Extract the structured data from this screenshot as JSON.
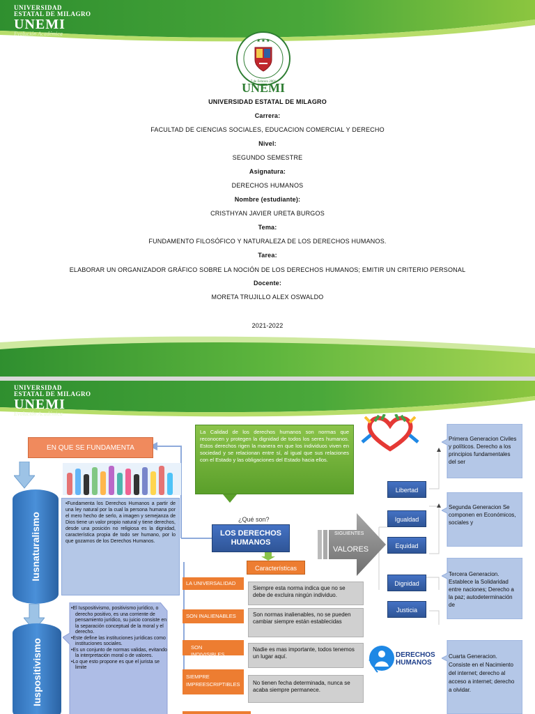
{
  "logo": {
    "line1": "UNIVERSIDAD",
    "line2": "ESTATAL DE MILAGRO",
    "name": "UNEMI",
    "motto": "Evolución Académica"
  },
  "seal": {
    "ring_text": "UNIVERSIDAD ESTATAL DE MILAGRO",
    "date": "7 de Febrero 2001",
    "name": "UNEMI"
  },
  "cover": {
    "university": "UNIVERSIDAD ESTATAL DE MILAGRO",
    "career_label": "Carrera:",
    "career": "FACULTAD DE CIENCIAS SOCIALES, EDUCACION COMERCIAL Y DERECHO",
    "level_label": "Nivel:",
    "level": "SEGUNDO SEMESTRE",
    "subject_label": "Asignatura:",
    "subject": "DERECHOS HUMANOS",
    "student_label": "Nombre (estudiante):",
    "student": "CRISTHYAN JAVIER URETA BURGOS",
    "topic_label": "Tema:",
    "topic": "FUNDAMENTO FILOSÓFICO Y NATURALEZA DE LOS DERECHOS HUMANOS.",
    "task_label": "Tarea:",
    "task": "ELABORAR UN ORGANIZADOR GRÁFICO SOBRE LA NOCIÓN DE LOS DERECHOS HUMANOS; EMITIR UN CRITERIO PERSONAL",
    "teacher_label": "Docente:",
    "teacher": "MORETA TRUJILLO ALEX OSWALDO",
    "period": "2021-2022"
  },
  "organizer": {
    "fundamenta": "EN QUE SE FUNDAMENTA",
    "iusnaturalismo": "Iusnaturalismo",
    "iuspositivismo": "Iuspositivismo",
    "iusnat_text": "•Fundamenta los Derechos Humanos a partir de una ley natural por la cual la persona humana por el mero hecho de serlo, a imagen y semejanza de Dios tiene un valor propio natural y tiene derechos, desde una posición no religiosa es la dignidad, característica propia de todo ser humano, por lo que gozamos de los Derechos Humanos.",
    "iuspos_items": [
      "•El Iuspositivismo, positivismo jurídico, o derecho positivo, es una corriente de pensamiento jurídico, su juicio consiste en la separación conceptual de la moral y el derecho.",
      "•Este define las instituciones jurídicas como instituciones sociales.",
      "•Es un conjunto de normas validas, evitando la interpretación moral o de valores.",
      "•Lo que esto propone es que el jurista se limite"
    ],
    "calidad": "La Calidad de los derechos humanos son normas que reconocen y protegen la dignidad de todos los seres humanos. Estos derechos rigen la manera en que los individuos viven en sociedad y se relacionan entre sí, al igual que sus relaciones con el Estado y las obligaciones del Estado hacia ellos.",
    "que_son": "¿Qué son?",
    "title": "LOS DERECHOS HUMANOS",
    "siguientes": "SIGUIENTES",
    "valores": "VALORES",
    "caracteristicas": "Características",
    "traits": [
      {
        "label": "LA UNIVERSALIDAD",
        "text": "Siempre esta norma indica que no se debe de excluira ningún individuo."
      },
      {
        "label": "SON INALIENABLES",
        "text": "Son normas inalienables, no se pueden cambiar siempre están establecidas"
      },
      {
        "label": "SON INDIVISIBLES",
        "text": "Nadie es mas importante, todos tenemos un lugar aquí."
      },
      {
        "label": "SIEMPRE IMPREESCRIPTIBLES",
        "text": "No tienen fecha determinada, nunca se acaba siempre permanece."
      }
    ],
    "values": [
      "Libertad",
      "Igualdad",
      "Equidad",
      "Dignidad",
      "Justicia"
    ],
    "generations": [
      "Primera Generacion Civiles y políticos. Derecho a los principios fundamentales del ser",
      "Segunda Generacion Se componen en Económicos, sociales y",
      "Tercera Generacion. Establece la Solidaridad entre naciones; Derecho a la paz; autodeterminación de",
      "Cuarta Generacion. Consiste en el Nacimiento del internet; derecho al acceso a internet; derecho a olvidar."
    ],
    "dh_logo_l1": "DERECHOS",
    "dh_logo_l2": "HUMANOS"
  },
  "colors": {
    "green_dark": "#2e8b2e",
    "green_light": "#9ccc3c",
    "blue": "#4472c4",
    "orange": "#ed7d31",
    "seal_red": "#c0272d"
  }
}
